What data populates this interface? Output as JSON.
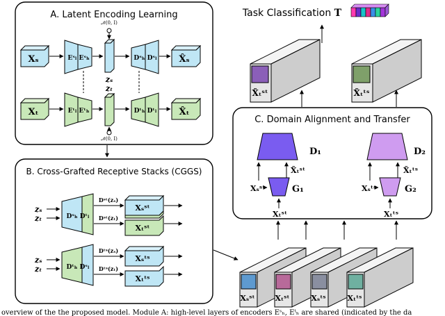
{
  "panels": {
    "a_title": "A. Latent Encoding Learning",
    "b_title": "B. Cross-Grafted Receptive Stacks (CGGS)",
    "c_title": "C. Domain Alignment and Transfer"
  },
  "task": {
    "title": "Task Classification",
    "symbol": "T"
  },
  "panel_a": {
    "xs": "Xₛ",
    "xt": "Xₜ",
    "enc_s": "Eˢₗ Eˢₕ",
    "enc_t": "Eᵗₗ Eᵗₕ",
    "zs": "zₛ",
    "zt": "zₜ",
    "dec_s": "Dˢₕ Dˢₗ",
    "dec_t": "Dᵗₕ Dᵗₗ",
    "xs_hat": "X̂ₛ",
    "xt_hat": "X̂ₜ",
    "noise_top": "𝒩(0, I)",
    "noise_bottom": "𝒩(0, I)"
  },
  "panel_b": {
    "zs": "zₛ",
    "zt": "zₜ",
    "dec_top": "Dˢₕ Dᵗₗ",
    "dec_bottom": "Dᵗₕ Dˢₗ",
    "out1_label": "Dˢᵗ(zₛ)",
    "out2_label": "Dˢᵗ(zₜ)",
    "out3_label": "Dᵗˢ(zₛ)",
    "out4_label": "Dᵗˢ(zₜ)",
    "box1": "Xₛˢᵗ",
    "box2": "Xₜˢᵗ",
    "box3": "Xₛᵗˢ",
    "box4": "Xₜᵗˢ"
  },
  "panel_c": {
    "d1": "D₁",
    "g1": "G₁",
    "d2": "D₂",
    "g2": "G₂",
    "xs_st": "Xₛˢᵗ",
    "xt_st": "Xₜˢᵗ",
    "xt_st_tilde": "X̃ₜˢᵗ",
    "xs_ts": "Xₛᵗˢ",
    "xt_ts": "Xₜᵗˢ",
    "xt_ts_tilde": "X̃ₜᵗˢ"
  },
  "bottom_stacks": [
    "Xₛˢᵗ",
    "Xₜˢᵗ",
    "Xₛᵗˢ",
    "Xₜᵗˢ"
  ],
  "top_stacks": [
    "X̃ₜˢᵗ",
    "X̃ₜᵗˢ"
  ],
  "caption": "overview of the the proposed model. Module A: high-level layers of encoders Eˢₕ, Eᵗₕ are shared (indicated by the da",
  "colors": {
    "blue_box": "#bfe6f5",
    "green_box": "#c8e8b8",
    "generator1": "#7a5cf0",
    "generator2": "#cf9cf0",
    "stack_grey": "#d9d9d9"
  }
}
